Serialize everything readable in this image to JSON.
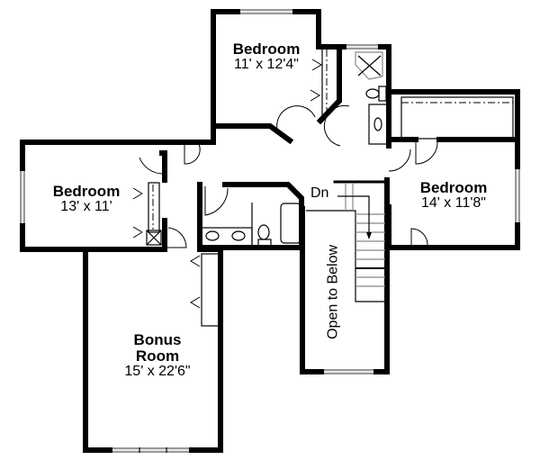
{
  "plan": {
    "rooms": [
      {
        "name": "Bedroom",
        "size": "11' x 12'4\""
      },
      {
        "name": "Bedroom",
        "size": "13' x 11'"
      },
      {
        "name": "Bedroom",
        "size": "14' x 11'8\""
      },
      {
        "name": "Bonus",
        "name2": "Room",
        "size": "15' x 22'6\""
      }
    ],
    "open_to_below": "Open to Below",
    "stair_label": "Dn"
  },
  "colors": {
    "wall": "#000000",
    "window": "#999999",
    "background": "#ffffff"
  }
}
